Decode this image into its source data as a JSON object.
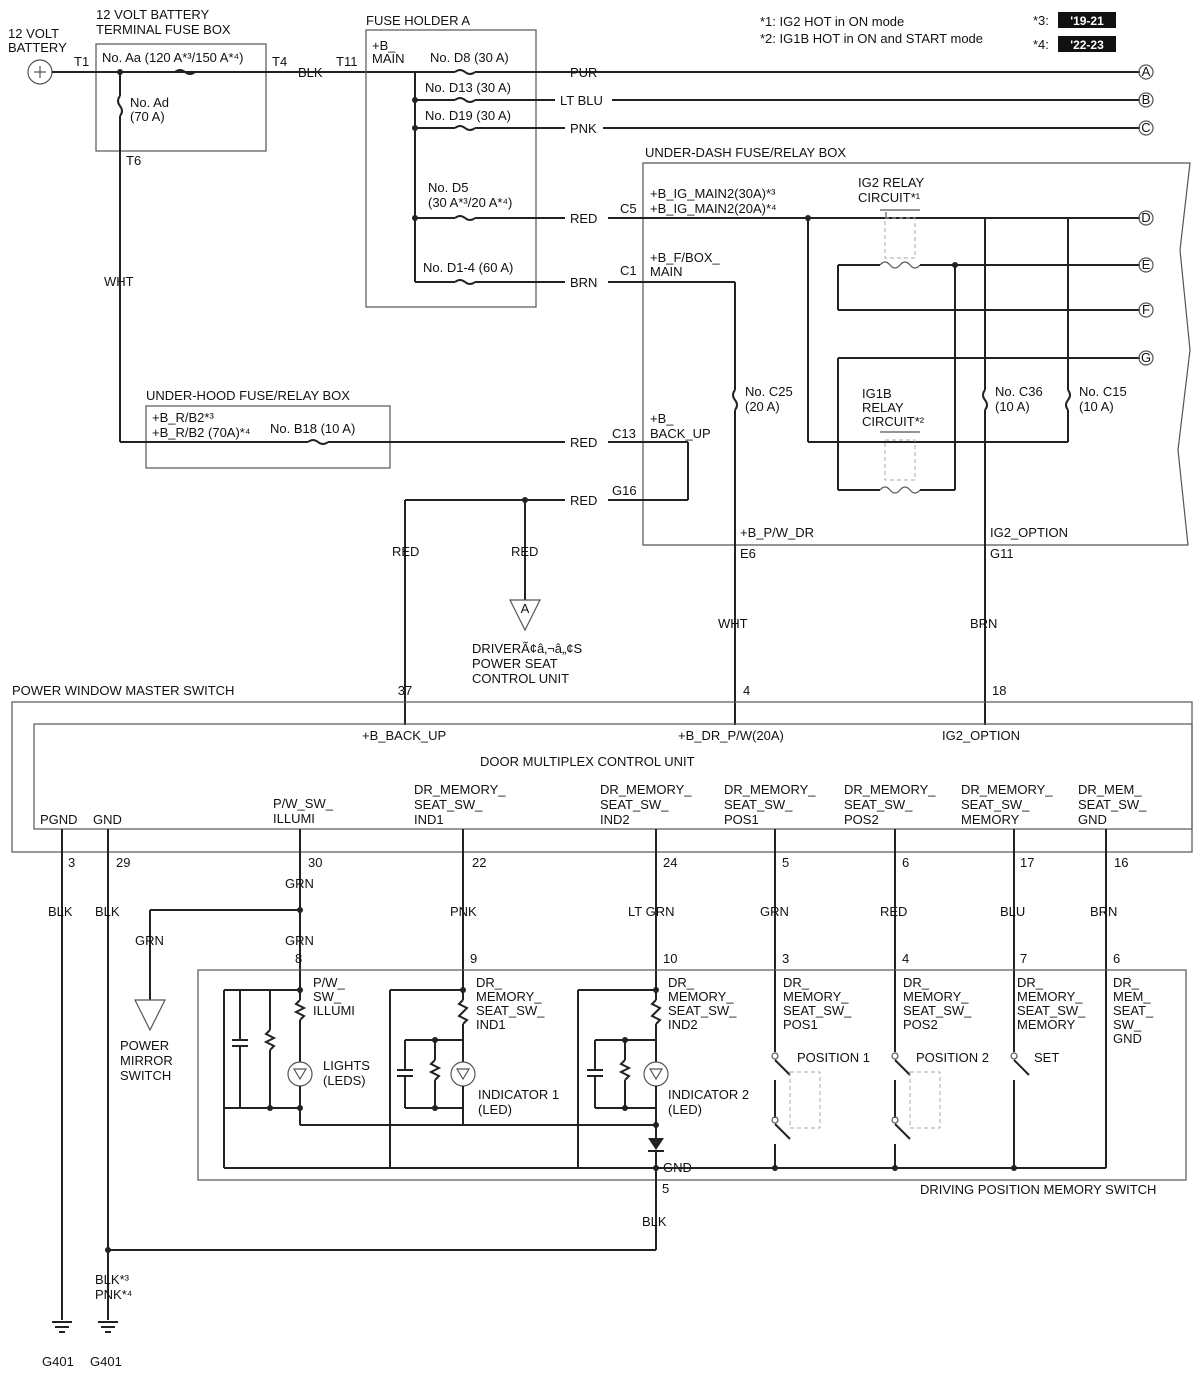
{
  "notes": {
    "n1": "*1: IG2 HOT in ON mode",
    "n2": "*2: IG1B HOT in ON and START mode",
    "n3_mark": "*3:",
    "n3_tag": "'19-21",
    "n4_mark": "*4:",
    "n4_tag": "'22-23"
  },
  "battery": {
    "l1": "12 VOLT",
    "l2": "BATTERY",
    "t1": "T1"
  },
  "terminal_box": {
    "l1": "12 VOLT BATTERY",
    "l2": "TERMINAL FUSE BOX",
    "aa": "No. Aa (120 A*³/150 A*⁴)",
    "t4": "T4",
    "ad1": "No. Ad",
    "ad2": "(70 A)",
    "t6": "T6",
    "wire_blk": "BLK",
    "wire_wht": "WHT"
  },
  "fuse_holder": {
    "title": "FUSE HOLDER A",
    "t11": "T11",
    "bmain1": "+B_",
    "bmain2": "MAIN",
    "d8": "No. D8 (30 A)",
    "d13": "No. D13 (30 A)",
    "d19": "No. D19 (30 A)",
    "d5a": "No. D5",
    "d5b": "(30 A*³/20 A*⁴)",
    "d14": "No. D1-4 (60 A)",
    "w_pur": "PUR",
    "w_ltblu": "LT BLU",
    "w_pnk": "PNK",
    "w_red": "RED",
    "w_brn": "BRN"
  },
  "connectors": {
    "a": "A",
    "b": "B",
    "c": "C",
    "d": "D",
    "e": "E",
    "f": "F",
    "g": "G"
  },
  "underdash": {
    "title": "UNDER-DASH FUSE/RELAY BOX",
    "c5": "C5",
    "ig_main1": "+B_IG_MAIN2(30A)*³",
    "ig_main2": "+B_IG_MAIN2(20A)*⁴",
    "c1": "C1",
    "fbox1": "+B_F/BOX_",
    "fbox2": "MAIN",
    "ig2_relay1": "IG2 RELAY",
    "ig2_relay2": "CIRCUIT*¹",
    "c25a": "No. C25",
    "c25b": "(20 A)",
    "c36a": "No. C36",
    "c36b": "(10 A)",
    "c15a": "No. C15",
    "c15b": "(10 A)",
    "ig1b_1": "IG1B",
    "ig1b_2": "RELAY",
    "ig1b_3": "CIRCUIT*²",
    "c13": "C13",
    "backup1": "+B_",
    "backup2": "BACK_UP",
    "g16": "G16",
    "pwdr": "+B_P/W_DR",
    "e6": "E6",
    "ig2opt": "IG2_OPTION",
    "g11": "G11"
  },
  "underhood": {
    "title": "UNDER-HOOD FUSE/RELAY BOX",
    "l1": "+B_R/B2*³",
    "l2": "+B_R/B2 (70A)*⁴",
    "b18": "No. B18 (10 A)",
    "w_red": "RED"
  },
  "wires_mid": {
    "red_g16": "RED",
    "red_left": "RED",
    "red_seat": "RED",
    "wht": "WHT",
    "brn": "BRN"
  },
  "seat_unit": {
    "tri": "A",
    "l1": "DRIVERÃ¢â‚¬â„¢S",
    "l2": "POWER SEAT",
    "l3": "CONTROL UNIT"
  },
  "master_switch": {
    "title": "POWER WINDOW MASTER SWITCH",
    "dmcu": "DOOR MULTIPLEX CONTROL UNIT",
    "p37": "37",
    "p4": "4",
    "p18": "18",
    "backup": "+B_BACK_UP",
    "drpw": "+B_DR_P/W(20A)",
    "ig2opt": "IG2_OPTION",
    "pgnd": "PGND",
    "gnd": "GND",
    "illumi1": "P/W_SW_",
    "illumi2": "ILLUMI",
    "ind1a": "DR_MEMORY_",
    "ind1b": "SEAT_SW_",
    "ind1c": "IND1",
    "ind2a": "DR_MEMORY_",
    "ind2b": "SEAT_SW_",
    "ind2c": "IND2",
    "pos1a": "DR_MEMORY_",
    "pos1b": "SEAT_SW_",
    "pos1c": "POS1",
    "pos2a": "DR_MEMORY_",
    "pos2b": "SEAT_SW_",
    "pos2c": "POS2",
    "mema": "DR_MEMORY_",
    "memb": "SEAT_SW_",
    "memc": "MEMORY",
    "gnda": "DR_MEM_",
    "gndb": "SEAT_SW_",
    "gndc": "GND"
  },
  "bottom_pins": {
    "p3": "3",
    "p29": "29",
    "p30": "30",
    "p22": "22",
    "p24": "24",
    "p5": "5",
    "p6": "6",
    "p17": "17",
    "p16": "16"
  },
  "bottom_wires": {
    "blk1": "BLK",
    "blk2": "BLK",
    "grn1": "GRN",
    "grn2": "GRN",
    "grn3": "GRN",
    "pnk": "PNK",
    "ltgrn": "LT GRN",
    "grn4": "GRN",
    "red": "RED",
    "blu": "BLU",
    "brn": "BRN"
  },
  "mirror": {
    "l1": "POWER",
    "l2": "MIRROR",
    "l3": "SWITCH"
  },
  "dpms": {
    "title": "DRIVING POSITION MEMORY SWITCH",
    "p8": "8",
    "p9": "9",
    "p10": "10",
    "p3": "3",
    "p4": "4",
    "p7": "7",
    "p6": "6",
    "p5": "5",
    "illumi1": "P/W_",
    "illumi2": "SW_",
    "illumi3": "ILLUMI",
    "ind1a": "DR_",
    "ind1b": "MEMORY_",
    "ind1c": "SEAT_SW_",
    "ind1d": "IND1",
    "ind2a": "DR_",
    "ind2b": "MEMORY_",
    "ind2c": "SEAT_SW_",
    "ind2d": "IND2",
    "pos1a": "DR_",
    "pos1b": "MEMORY_",
    "pos1c": "SEAT_SW_",
    "pos1d": "POS1",
    "pos2a": "DR_",
    "pos2b": "MEMORY_",
    "pos2c": "SEAT_SW_",
    "pos2d": "POS2",
    "mema": "DR_",
    "memb": "MEMORY_",
    "memc": "SEAT_SW_",
    "memd": "MEMORY",
    "gnda": "DR_",
    "gndb": "MEM_",
    "gndc": "SEAT_",
    "gndd": "SW_",
    "gnde": "GND",
    "lights1": "LIGHTS",
    "lights2": "(LEDS)",
    "ind1_1": "INDICATOR 1",
    "ind1_2": "(LED)",
    "ind2_1": "INDICATOR 2",
    "ind2_2": "(LED)",
    "position1": "POSITION 1",
    "position2": "POSITION 2",
    "set": "SET",
    "gnd": "GND",
    "wire_blk": "BLK"
  },
  "ground": {
    "w1": "BLK*³",
    "w2": "PNK*⁴",
    "g1": "G401",
    "g2": "G401"
  }
}
